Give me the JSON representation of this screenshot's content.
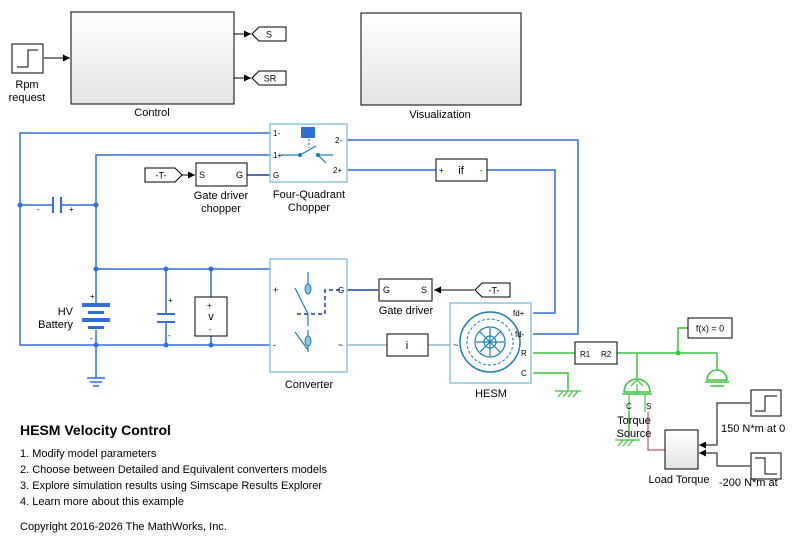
{
  "blocks": {
    "rpm_request": "Rpm\nrequest",
    "control": "Control",
    "visualization": "Visualization",
    "chopper": "Four-Quadrant\nChopper",
    "gate_driver_chopper": "Gate driver\nchopper",
    "gate_driver": "Gate driver",
    "converter": "Converter",
    "hesm": "HESM",
    "hv_battery": "HV\nBattery",
    "torque_source": "Torque\nSource",
    "load_torque": "Load Torque",
    "step_150": "150 N*m at 0",
    "step_neg200": "-200 N*m at",
    "fx": "f(x) = 0",
    "if_sensor": "if",
    "i_sensor": "i",
    "voltage_sensor": "v"
  },
  "tags": {
    "s": "S",
    "sr": "SR",
    "t1": "-T-",
    "t2": "-T-"
  },
  "ports": {
    "chopper_1m": "1-",
    "chopper_1p": "1+",
    "chopper_2m": "2-",
    "chopper_2p": "2+",
    "chopper_g": "G",
    "gdc_s": "S",
    "gdc_g": "G",
    "gd_g": "G",
    "gd_s": "S",
    "conv_g": "G",
    "conv_p": "+",
    "conv_m": "-",
    "conv_ac": "~",
    "hesm_fdp": "fd+",
    "hesm_fdm": "fd-",
    "hesm_r": "R",
    "hesm_c": "C",
    "hesm_ac": "~",
    "r1": "R1",
    "r2": "R2",
    "if_p": "+",
    "if_m": "-",
    "ts_c": "C",
    "ts_s": "S",
    "cap_m": "-",
    "cap_p": "+",
    "bat_p": "+",
    "bat_m": "-",
    "c2_p": "+",
    "c2_m": "-",
    "vs_p": "+",
    "vs_m": "-"
  },
  "notes": {
    "title": "HESM Velocity Control",
    "items": [
      "1. Modify model parameters",
      "2. Choose between Detailed and Equivalent converters models",
      "3. Explore simulation results using Simscape Results Explorer",
      "4. Learn more about this example"
    ],
    "copyright": "Copyright 2016-2026 The MathWorks, Inc."
  },
  "colors": {
    "electrical_wire": "#2f6fd6",
    "mechanical_wire": "#3cc43c",
    "signal_wire": "#000000",
    "physical_signal": "#7aa9c4"
  }
}
